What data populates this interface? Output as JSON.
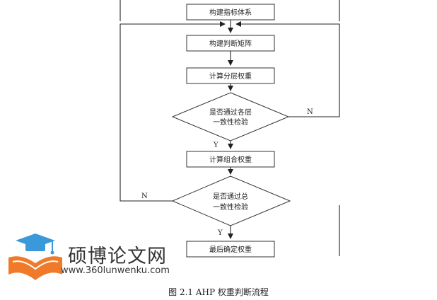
{
  "nodes": {
    "build_index": "构建指标体系",
    "build_matrix": "构建判断矩阵",
    "layer_weights": "计算分层权重",
    "layer_check_line1": "是否通过各层",
    "layer_check_line2": "一致性检验",
    "combined_weights": "计算组合权重",
    "total_check_line1": "是否通过总",
    "total_check_line2": "一致性检验",
    "final_weights": "最后确定权重"
  },
  "edges": {
    "layer_no": "N",
    "layer_yes": "Y",
    "total_no": "N",
    "total_yes": "Y"
  },
  "watermark": {
    "title": "硕博论文网",
    "url": "www.360lunwenku.com"
  },
  "caption": "图  2.1    AHP  权重判断流程",
  "colors": {
    "line": "#222222",
    "logo_orange": "#f07a2a",
    "logo_blue": "#3a9ad9"
  }
}
